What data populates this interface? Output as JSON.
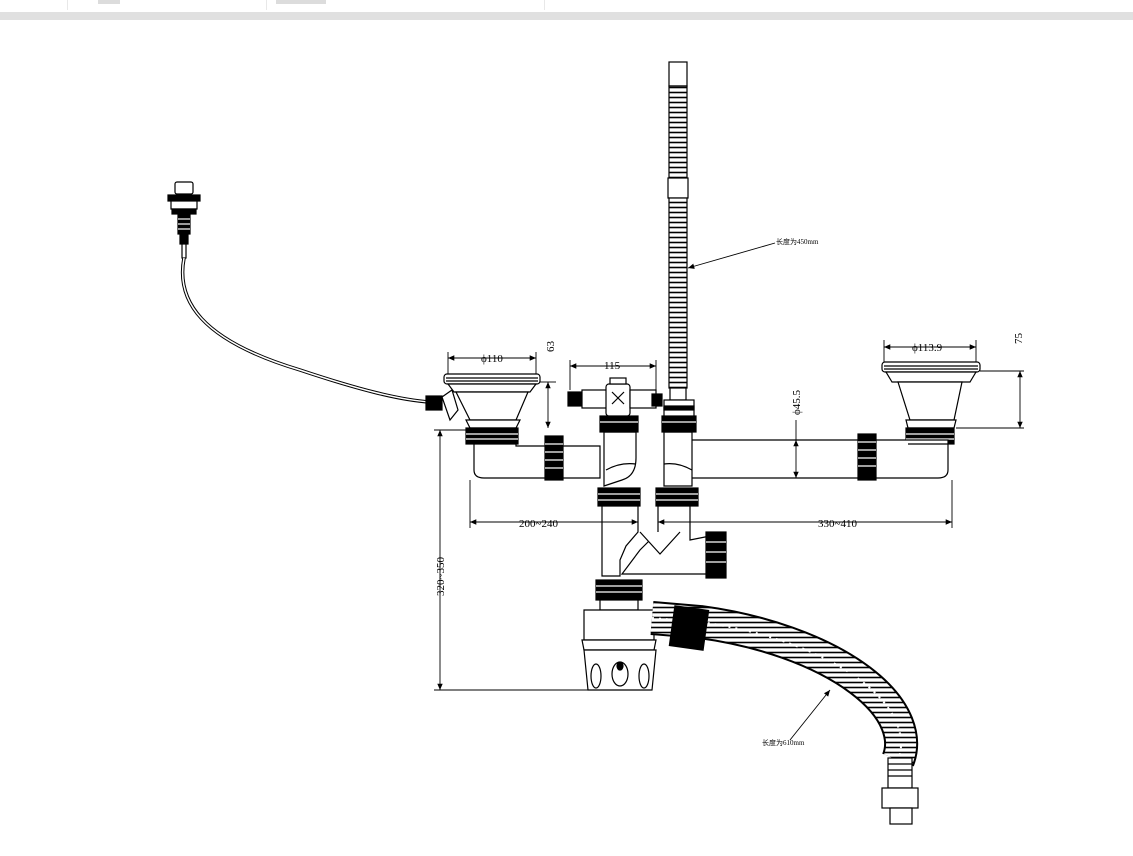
{
  "dimensions": {
    "d_left_strainer": "ϕ110",
    "h_63": "63",
    "w_115": "115",
    "d_pipe": "ϕ45.5",
    "d_right_strainer": "ϕ113.9",
    "h_75": "75",
    "left_span": "200~240",
    "right_span": "330~410",
    "height_range": "320~350"
  },
  "notes": {
    "overflow_hose_length": "长度为450mm",
    "drain_hose_length": "长度为610mm"
  }
}
